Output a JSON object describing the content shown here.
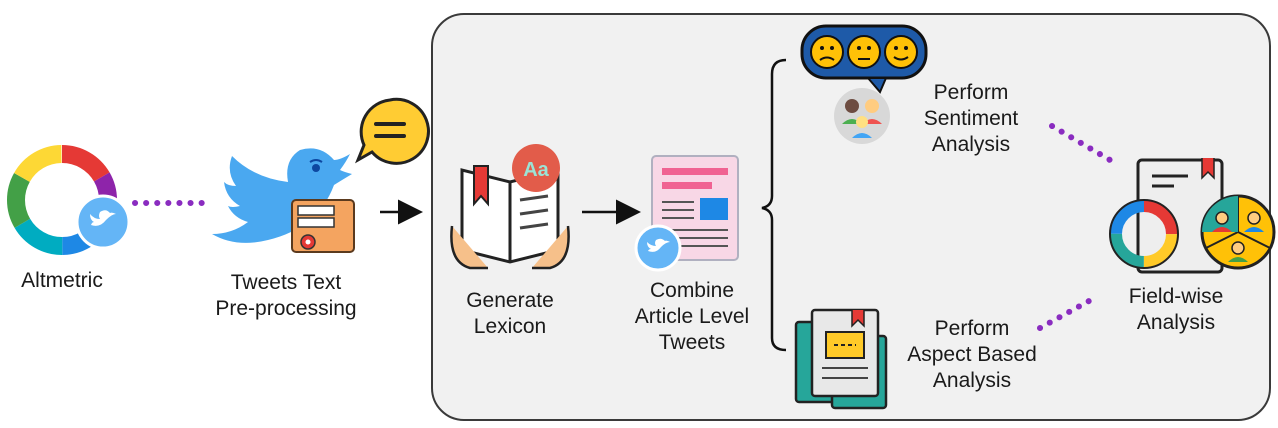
{
  "nodes": {
    "altmetric": {
      "label": "Altmetric"
    },
    "preprocess": {
      "line1": "Tweets Text",
      "line2": "Pre-processing"
    },
    "lexicon": {
      "line1": "Generate",
      "line2": "Lexicon"
    },
    "combine": {
      "line1": "Combine",
      "line2": "Article Level",
      "line3": "Tweets"
    },
    "sentiment": {
      "line1": "Perform",
      "line2": "Sentiment",
      "line3": "Analysis"
    },
    "aspect": {
      "line1": "Perform",
      "line2": "Aspect Based",
      "line3": "Analysis"
    },
    "fieldwise": {
      "line1": "Field-wise",
      "line2": "Analysis"
    }
  },
  "icons": {
    "altmetric": "altmetric-donut-icon",
    "twitter": "twitter-bird-icon",
    "speech": "speech-bubble-icon",
    "lexicon": "book-dictionary-icon",
    "document": "document-icon",
    "sentiment": "emoji-rating-icon",
    "people": "people-group-icon",
    "aspect": "documents-stack-icon",
    "fieldwise": "report-chart-icon"
  },
  "colors": {
    "panel_fill": "#f1f1f1",
    "panel_stroke": "#3a3a3a",
    "dots": "#8a2cc0",
    "twitter_blue": "#42a5f5",
    "text": "#1a1a1a"
  }
}
